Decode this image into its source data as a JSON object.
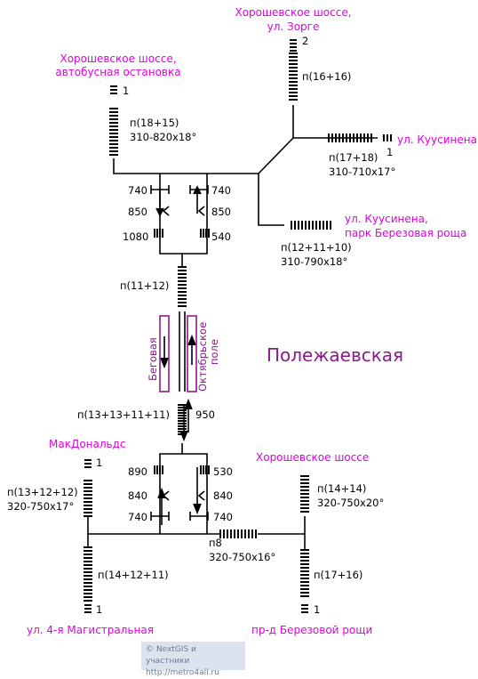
{
  "station": "Полежаевская",
  "platform": {
    "left_track": "Беговая",
    "right_track_line1": "Октябрьское",
    "right_track_line2": "поле"
  },
  "exits": {
    "top_center_line1": "Хорошевское шоссе,",
    "top_center_line2": "ул. Зорге",
    "top_left_line1": "Хорошевское шоссе,",
    "top_left_line2": "автобусная остановка",
    "right_top": "ул. Куусинена",
    "right_middle_line1": "ул. Куусинена,",
    "right_middle_line2": "парк Березовая роща",
    "bottom_left_top": "МакДональдс",
    "bottom_right_top": "Хорошевское шоссе",
    "bottom_left": "ул. 4-я Магистральная",
    "bottom_right": "пр-д Березовой рощи"
  },
  "labels": {
    "n2": "2",
    "p16_16": "п(16+16)",
    "n1_tl": "1",
    "p18_15": "п(18+15)",
    "s310_820": "310-820x18°",
    "n1_kuus": "1",
    "p17_18": "п(17+18)",
    "s310_710": "310-710x17°",
    "t740_l": "740",
    "t740_r": "740",
    "t850_l": "850",
    "t850_r": "850",
    "t1080": "1080",
    "t540": "540",
    "p12_11_10": "п(12+11+10)",
    "s310_790": "310-790x18°",
    "p11_12": "п(11+12)",
    "p13_13_11_11": "п(13+13+11+11)",
    "t950": "950",
    "n1_mac": "1",
    "p13_12_12": "п(13+12+12)",
    "s320_750_17": "320-750x17°",
    "t890": "890",
    "t530": "530",
    "t840_l": "840",
    "t840_r": "840",
    "b740_l": "740",
    "b740_r": "740",
    "p14_14": "п(14+14)",
    "s320_750_20": "320-750x20°",
    "p8": "п8",
    "s320_750_16": "320-750x16°",
    "p14_12_11": "п(14+12+11)",
    "p17_16": "п(17+16)",
    "n1_bl": "1",
    "n1_br": "1"
  },
  "copyright": {
    "line1": "© NextGIS и участники",
    "line2": "http://metro4all.ru"
  },
  "colors": {
    "exit": "#e100e1",
    "station": "#8b1a8b",
    "line": "#000000"
  }
}
